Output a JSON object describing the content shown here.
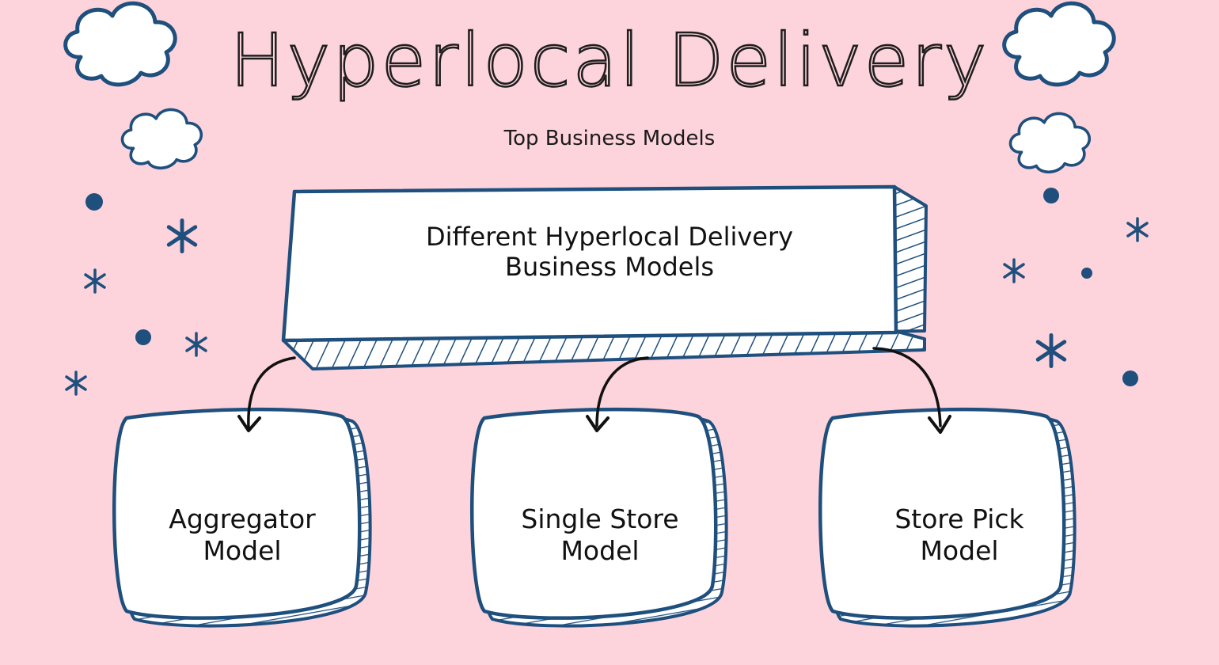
{
  "title": "Hyperlocal Delivery",
  "subtitle": "Top Business Models",
  "root_box": {
    "line1": "Different Hyperlocal Delivery",
    "line2": "Business Models"
  },
  "children": [
    {
      "line1": "Aggregator",
      "line2": "Model"
    },
    {
      "line1": "Single Store",
      "line2": "Model"
    },
    {
      "line1": "Store Pick",
      "line2": "Model"
    }
  ],
  "colors": {
    "background": "#fdd3dc",
    "outline": "#1e4f7d",
    "box_fill": "#ffffff",
    "arrow": "#111111",
    "decor": "#1e4f7d"
  },
  "icons": [
    "cloud-icon",
    "star-icon",
    "dot-icon",
    "arrow-icon"
  ]
}
